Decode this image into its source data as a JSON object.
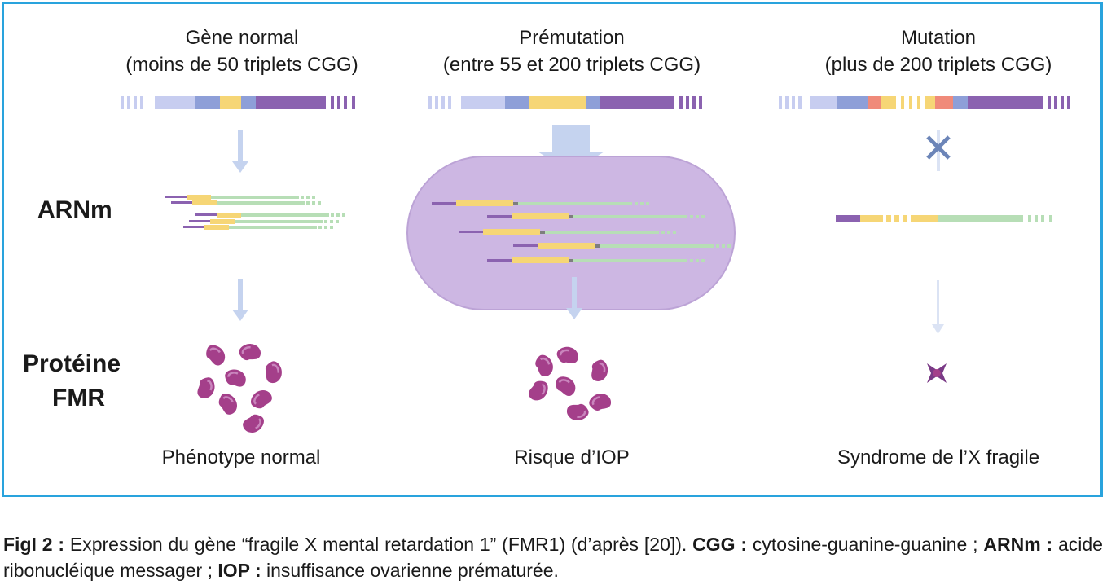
{
  "columns": [
    {
      "title": "Gène normal",
      "subtitle": "(moins de 50 triplets CGG)",
      "phenotype": "Phénotype normal"
    },
    {
      "title": "Prémutation",
      "subtitle": "(entre 55 et 200 triplets CGG)",
      "phenotype": "Risque d’IOP"
    },
    {
      "title": "Mutation",
      "subtitle": "(plus de 200 triplets CGG)",
      "phenotype": "Syndrome de l’X fragile"
    }
  ],
  "rows": {
    "mrna": "ARNm",
    "protein_line1": "Protéine",
    "protein_line2": "FMR"
  },
  "caption": {
    "fig_label": "FigI 2 :",
    "fig_text": " Expression du gène “fragile X mental retardation 1” (FMR1) (d’après [20]). ",
    "cgg_term": "CGG :",
    "cgg_def": " cytosine-guanine-guanine ; ",
    "arnm_term": "ARNm :",
    "arnm_def": " acide ribonucléique messager ; ",
    "iop_term": "IOP :",
    "iop_def": " insuffisance ovarienne prématurée."
  },
  "colors": {
    "frame": "#29a3dd",
    "purple": "#8b62b0",
    "light_blue": "#c7cdf0",
    "mid_blue": "#8e9fd8",
    "yellow": "#f6d676",
    "green": "#b7deb6",
    "red": "#f08a7a",
    "protein": "#a43f8a",
    "cell": "#cdb7e3",
    "arrow": "#c5d3ef"
  }
}
